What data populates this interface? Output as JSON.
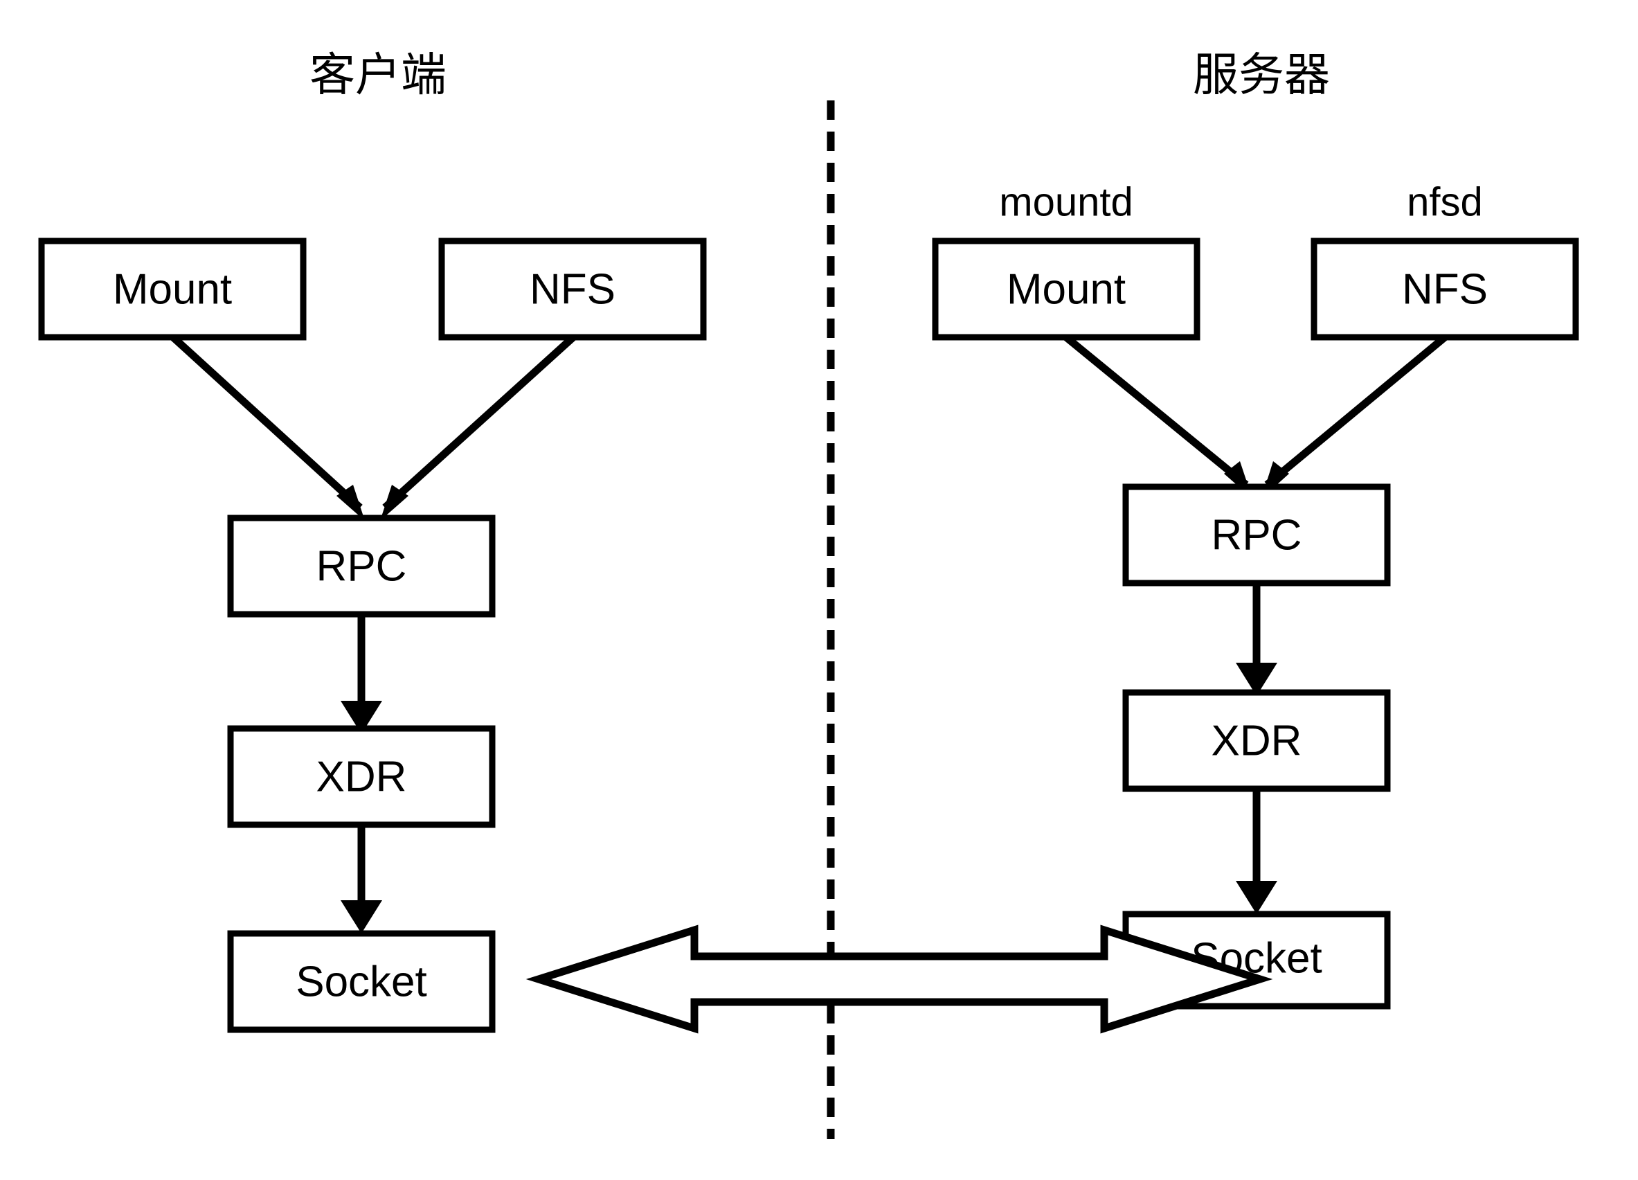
{
  "diagram": {
    "title_client": "客户端",
    "title_server": "服务器",
    "colors": {
      "stroke": "#000000",
      "fill": "#ffffff",
      "background": "#ffffff"
    },
    "client": {
      "title": "客户端",
      "boxes": [
        {
          "id": "client-mount",
          "label": "Mount"
        },
        {
          "id": "client-nfs",
          "label": "NFS"
        },
        {
          "id": "client-rpc",
          "label": "RPC"
        },
        {
          "id": "client-xdr",
          "label": "XDR"
        },
        {
          "id": "client-socket",
          "label": "Socket"
        }
      ]
    },
    "server": {
      "title": "服务器",
      "daemons": [
        {
          "id": "server-mountd",
          "label": "mountd"
        },
        {
          "id": "server-nfsd",
          "label": "nfsd"
        }
      ],
      "boxes": [
        {
          "id": "server-mount",
          "label": "Mount"
        },
        {
          "id": "server-nfs",
          "label": "NFS"
        },
        {
          "id": "server-rpc",
          "label": "RPC"
        },
        {
          "id": "server-xdr",
          "label": "XDR"
        },
        {
          "id": "server-socket",
          "label": "Socket"
        }
      ]
    },
    "connections": {
      "client_mount_to_rpc": "",
      "client_nfs_to_rpc": "",
      "client_rpc_to_xdr": "",
      "client_xdr_to_socket": "",
      "server_mount_to_rpc": "",
      "server_nfs_to_rpc": "",
      "server_rpc_to_xdr": "",
      "server_xdr_to_socket": "",
      "socket_to_socket_bidirectional": ""
    }
  }
}
